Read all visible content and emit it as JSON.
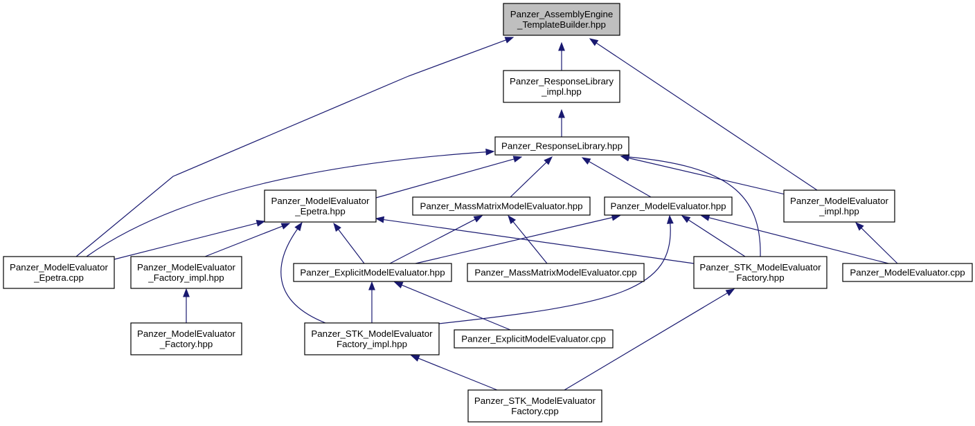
{
  "colors": {
    "edge": "#191970",
    "node_fill": "#ffffff",
    "root_fill": "#bfbfbf",
    "node_stroke": "#000000"
  },
  "nodes": [
    {
      "id": "assembly_engine",
      "lines": [
        "Panzer_AssemblyEngine",
        "_TemplateBuilder.hpp"
      ],
      "root": true
    },
    {
      "id": "response_library_impl",
      "lines": [
        "Panzer_ResponseLibrary",
        "_impl.hpp"
      ]
    },
    {
      "id": "response_library",
      "lines": [
        "Panzer_ResponseLibrary.hpp"
      ]
    },
    {
      "id": "me_epetra_hpp",
      "lines": [
        "Panzer_ModelEvaluator",
        "_Epetra.hpp"
      ]
    },
    {
      "id": "mass_matrix_hpp",
      "lines": [
        "Panzer_MassMatrixModelEvaluator.hpp"
      ]
    },
    {
      "id": "me_hpp",
      "lines": [
        "Panzer_ModelEvaluator.hpp"
      ]
    },
    {
      "id": "me_impl_hpp",
      "lines": [
        "Panzer_ModelEvaluator",
        "_impl.hpp"
      ]
    },
    {
      "id": "me_epetra_cpp",
      "lines": [
        "Panzer_ModelEvaluator",
        "_Epetra.cpp"
      ]
    },
    {
      "id": "me_factory_impl",
      "lines": [
        "Panzer_ModelEvaluator",
        "_Factory_impl.hpp"
      ]
    },
    {
      "id": "explicit_hpp",
      "lines": [
        "Panzer_ExplicitModelEvaluator.hpp"
      ]
    },
    {
      "id": "mass_matrix_cpp",
      "lines": [
        "Panzer_MassMatrixModelEvaluator.cpp"
      ]
    },
    {
      "id": "stk_factory_hpp",
      "lines": [
        "Panzer_STK_ModelEvaluator",
        "Factory.hpp"
      ]
    },
    {
      "id": "me_cpp",
      "lines": [
        "Panzer_ModelEvaluator.cpp"
      ]
    },
    {
      "id": "me_factory_hpp",
      "lines": [
        "Panzer_ModelEvaluator",
        "_Factory.hpp"
      ]
    },
    {
      "id": "stk_factory_impl",
      "lines": [
        "Panzer_STK_ModelEvaluator",
        "Factory_impl.hpp"
      ]
    },
    {
      "id": "explicit_cpp",
      "lines": [
        "Panzer_ExplicitModelEvaluator.cpp"
      ]
    },
    {
      "id": "stk_factory_cpp",
      "lines": [
        "Panzer_STK_ModelEvaluator",
        "Factory.cpp"
      ]
    }
  ],
  "edges": [
    {
      "from": "response_library_impl",
      "to": "assembly_engine"
    },
    {
      "from": "me_epetra_cpp",
      "to": "assembly_engine"
    },
    {
      "from": "me_impl_hpp",
      "to": "assembly_engine"
    },
    {
      "from": "response_library",
      "to": "response_library_impl"
    },
    {
      "from": "me_epetra_hpp",
      "to": "response_library"
    },
    {
      "from": "mass_matrix_hpp",
      "to": "response_library"
    },
    {
      "from": "me_hpp",
      "to": "response_library"
    },
    {
      "from": "me_impl_hpp",
      "to": "response_library"
    },
    {
      "from": "me_epetra_cpp",
      "to": "response_library"
    },
    {
      "from": "stk_factory_hpp",
      "to": "response_library"
    },
    {
      "from": "me_epetra_cpp",
      "to": "me_epetra_hpp"
    },
    {
      "from": "me_factory_impl",
      "to": "me_epetra_hpp"
    },
    {
      "from": "explicit_hpp",
      "to": "me_epetra_hpp"
    },
    {
      "from": "stk_factory_hpp",
      "to": "me_epetra_hpp"
    },
    {
      "from": "stk_factory_impl",
      "to": "me_epetra_hpp"
    },
    {
      "from": "explicit_hpp",
      "to": "mass_matrix_hpp"
    },
    {
      "from": "mass_matrix_cpp",
      "to": "mass_matrix_hpp"
    },
    {
      "from": "explicit_hpp",
      "to": "me_hpp"
    },
    {
      "from": "stk_factory_hpp",
      "to": "me_hpp"
    },
    {
      "from": "me_cpp",
      "to": "me_hpp"
    },
    {
      "from": "stk_factory_impl",
      "to": "me_hpp"
    },
    {
      "from": "me_cpp",
      "to": "me_impl_hpp"
    },
    {
      "from": "me_factory_hpp",
      "to": "me_factory_impl"
    },
    {
      "from": "stk_factory_impl",
      "to": "explicit_hpp"
    },
    {
      "from": "explicit_cpp",
      "to": "explicit_hpp"
    },
    {
      "from": "stk_factory_cpp",
      "to": "stk_factory_hpp"
    },
    {
      "from": "stk_factory_cpp",
      "to": "stk_factory_impl"
    }
  ]
}
